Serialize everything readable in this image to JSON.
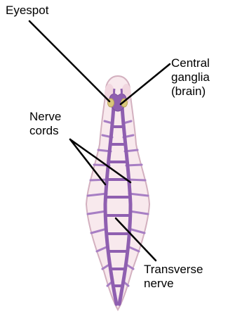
{
  "labels": {
    "eyespot": "Eyespot",
    "central_ganglia": [
      "Central",
      "ganglia",
      "(brain)"
    ],
    "nerve_cords": [
      "Nerve",
      "cords"
    ],
    "transverse_nerve": [
      "Transverse",
      "nerve"
    ]
  },
  "colors": {
    "body_fill": "#f8e9ed",
    "body_stroke": "#d3b0bf",
    "nerve": "#8f5fb0",
    "nerve_dark": "#7a4d9c",
    "eyespot": "#d9c77a",
    "leader": "#000000"
  }
}
